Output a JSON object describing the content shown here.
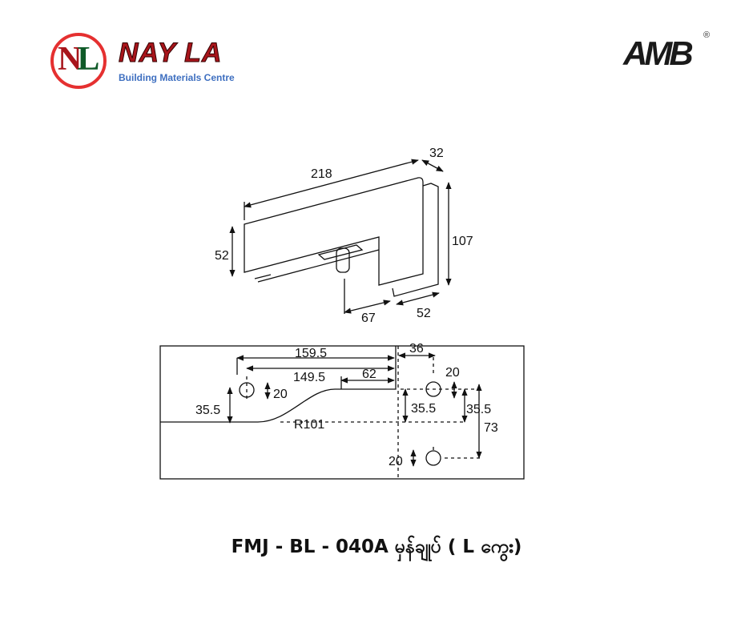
{
  "logo_left": {
    "monogram": "NL",
    "name": "NAY LA",
    "subtitle": "Building Materials Centre",
    "colors": {
      "red": "#a8151b",
      "green": "#0f5a28",
      "blue": "#3e6fc0"
    }
  },
  "logo_right": {
    "mark": "AMB",
    "registered": "®"
  },
  "top_view": {
    "dims": {
      "length": "218",
      "depth": "32",
      "height_left": "52",
      "height_total": "107",
      "pivot_offset": "67",
      "right_width": "52"
    }
  },
  "bottom_view": {
    "dims": {
      "d1595": "159.5",
      "d1495": "149.5",
      "d62": "62",
      "d36": "36",
      "hole_left": "20",
      "left_355": "35.5",
      "radius": "R101",
      "hole_right_top": "20",
      "mid_355": "35.5",
      "right_355": "35.5",
      "d73": "73",
      "hole_right_bottom": "20"
    }
  },
  "caption": "FMJ - BL - 040A မှန်ချုပ် ( L ကွေး)"
}
